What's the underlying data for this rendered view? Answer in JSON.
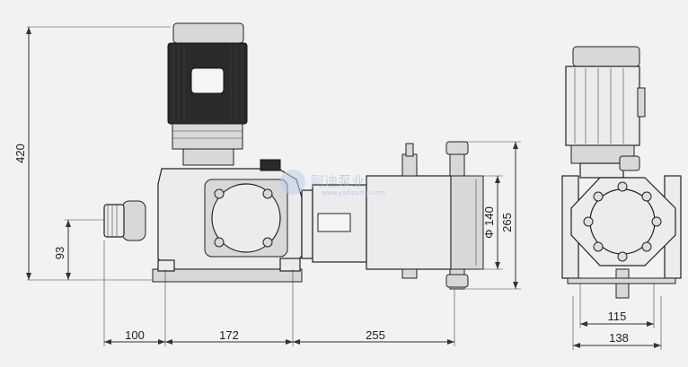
{
  "diagram": {
    "dimensions": {
      "overall_height": "420",
      "base_to_center": "93",
      "rear_offset": "100",
      "motor_span": "172",
      "head_span": "255",
      "head_diameter": "Φ 140",
      "head_height": "265",
      "side_inner_width": "115",
      "side_outer_width": "138"
    },
    "watermark": {
      "main": "阿迪泵业",
      "sub": "www.yadipump.com"
    },
    "colors": {
      "line": "#333333",
      "motor_dark": "#2a2a2a",
      "body": "#ececec",
      "watermark": "#9fb7d6"
    }
  }
}
